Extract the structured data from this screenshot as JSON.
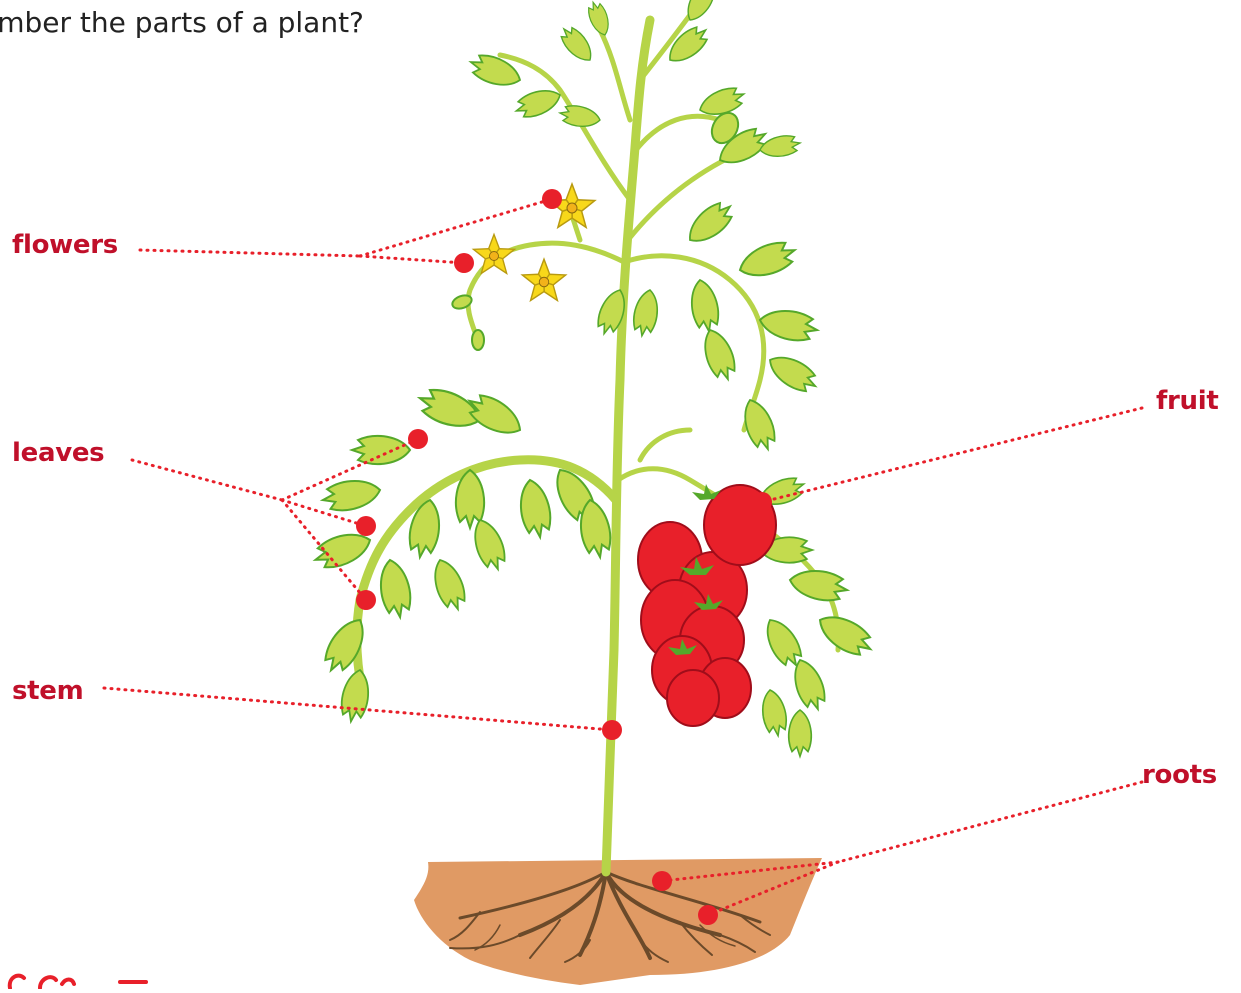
{
  "question": "ember the parts of a plant?",
  "labels": {
    "flowers": "flowers",
    "leaves": "leaves",
    "stem": "stem",
    "fruit": "fruit",
    "roots": "roots"
  },
  "colors": {
    "label": "#c0102a",
    "dot": "#e8202a",
    "leaf_fill": "#c3db4e",
    "leaf_stroke": "#55a82a",
    "stem": "#b6d448",
    "flower": "#f8d81a",
    "fruit": "#e8202a",
    "fruit_stroke": "#a00d1a",
    "soil": "#e09a64",
    "root": "#6b4a2a"
  }
}
